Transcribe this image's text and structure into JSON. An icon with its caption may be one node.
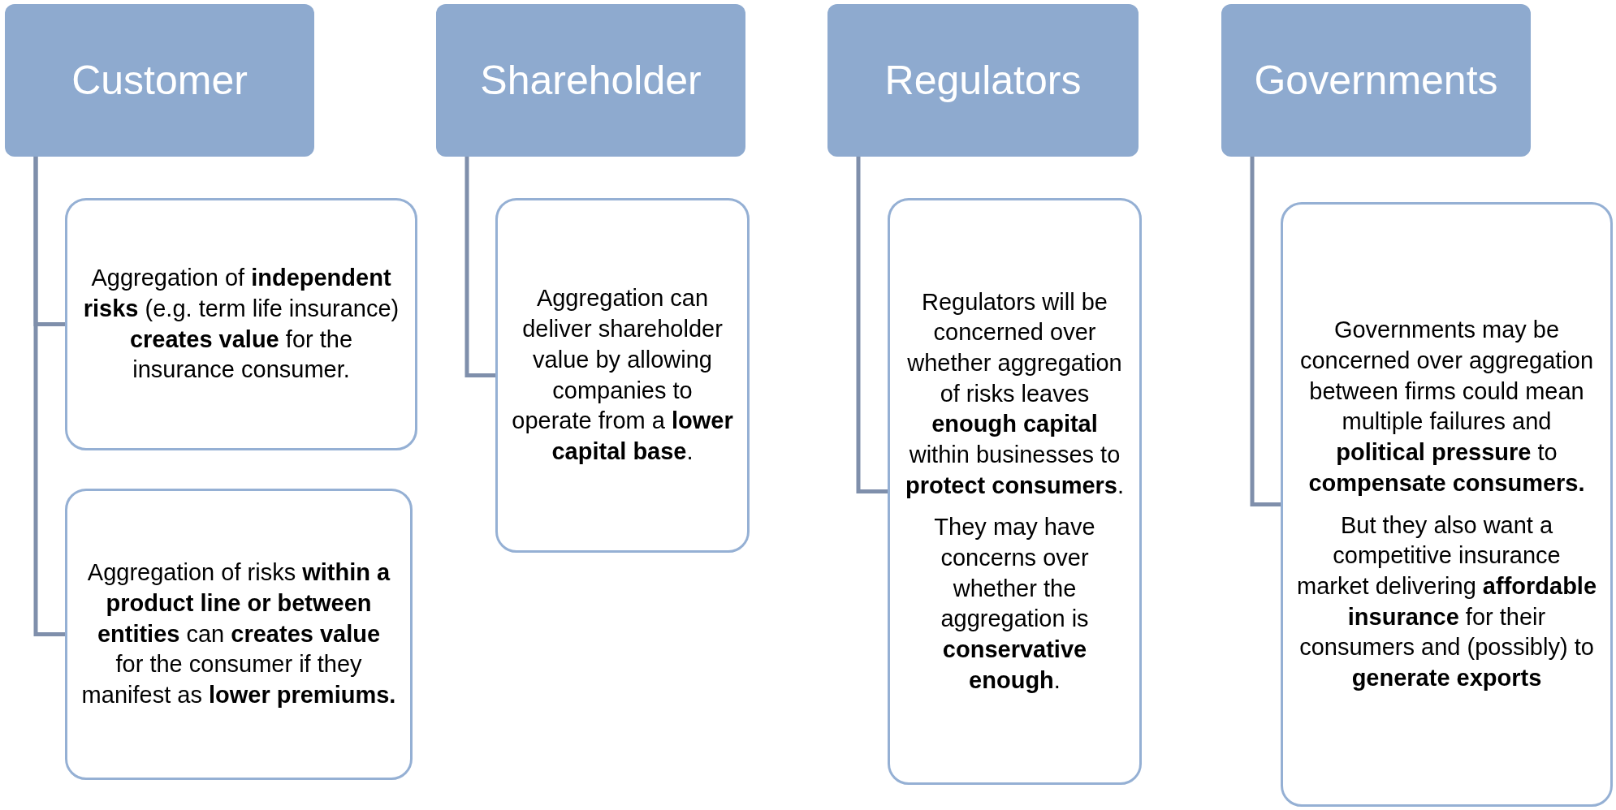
{
  "diagram": {
    "nodes": [
      {
        "text": [
          "Customer"
        ]
      },
      {
        "text": [
          "Aggregation of **independent risks** (e.g. term life insurance) **creates value** for the insurance consumer."
        ]
      },
      {
        "text": [
          "Aggregation of risks **within a product line or between entities** can **creates value** for the consumer if they manifest as **lower premiums.**"
        ]
      },
      {
        "text": [
          "Shareholder"
        ]
      },
      {
        "text": [
          "Aggregation can deliver shareholder value by allowing companies to operate from a **lower capital base**."
        ]
      },
      {
        "text": [
          "Regulators"
        ]
      },
      {
        "text": [
          "Regulators will be concerned over whether aggregation of risks leaves **enough capital** within businesses to **protect consumers**.",
          "They may have concerns over whether the aggregation is **conservative enough**."
        ]
      },
      {
        "text": [
          "Governments"
        ]
      },
      {
        "text": [
          "Governments may be concerned over aggregation between firms could mean multiple failures and **political pressure** to **compensate consumers.**",
          "But they also want a competitive insurance market delivering **affordable insurance** for their consumers and (possibly) to **generate exports**"
        ]
      }
    ],
    "edges": [
      {
        "from": 0,
        "to": 1,
        "arrow": "none"
      },
      {
        "from": 0,
        "to": 2,
        "arrow": "none"
      },
      {
        "from": 3,
        "to": 4,
        "arrow": "none"
      },
      {
        "from": 5,
        "to": 6,
        "arrow": "none"
      },
      {
        "from": 7,
        "to": 8,
        "arrow": "none"
      }
    ]
  }
}
